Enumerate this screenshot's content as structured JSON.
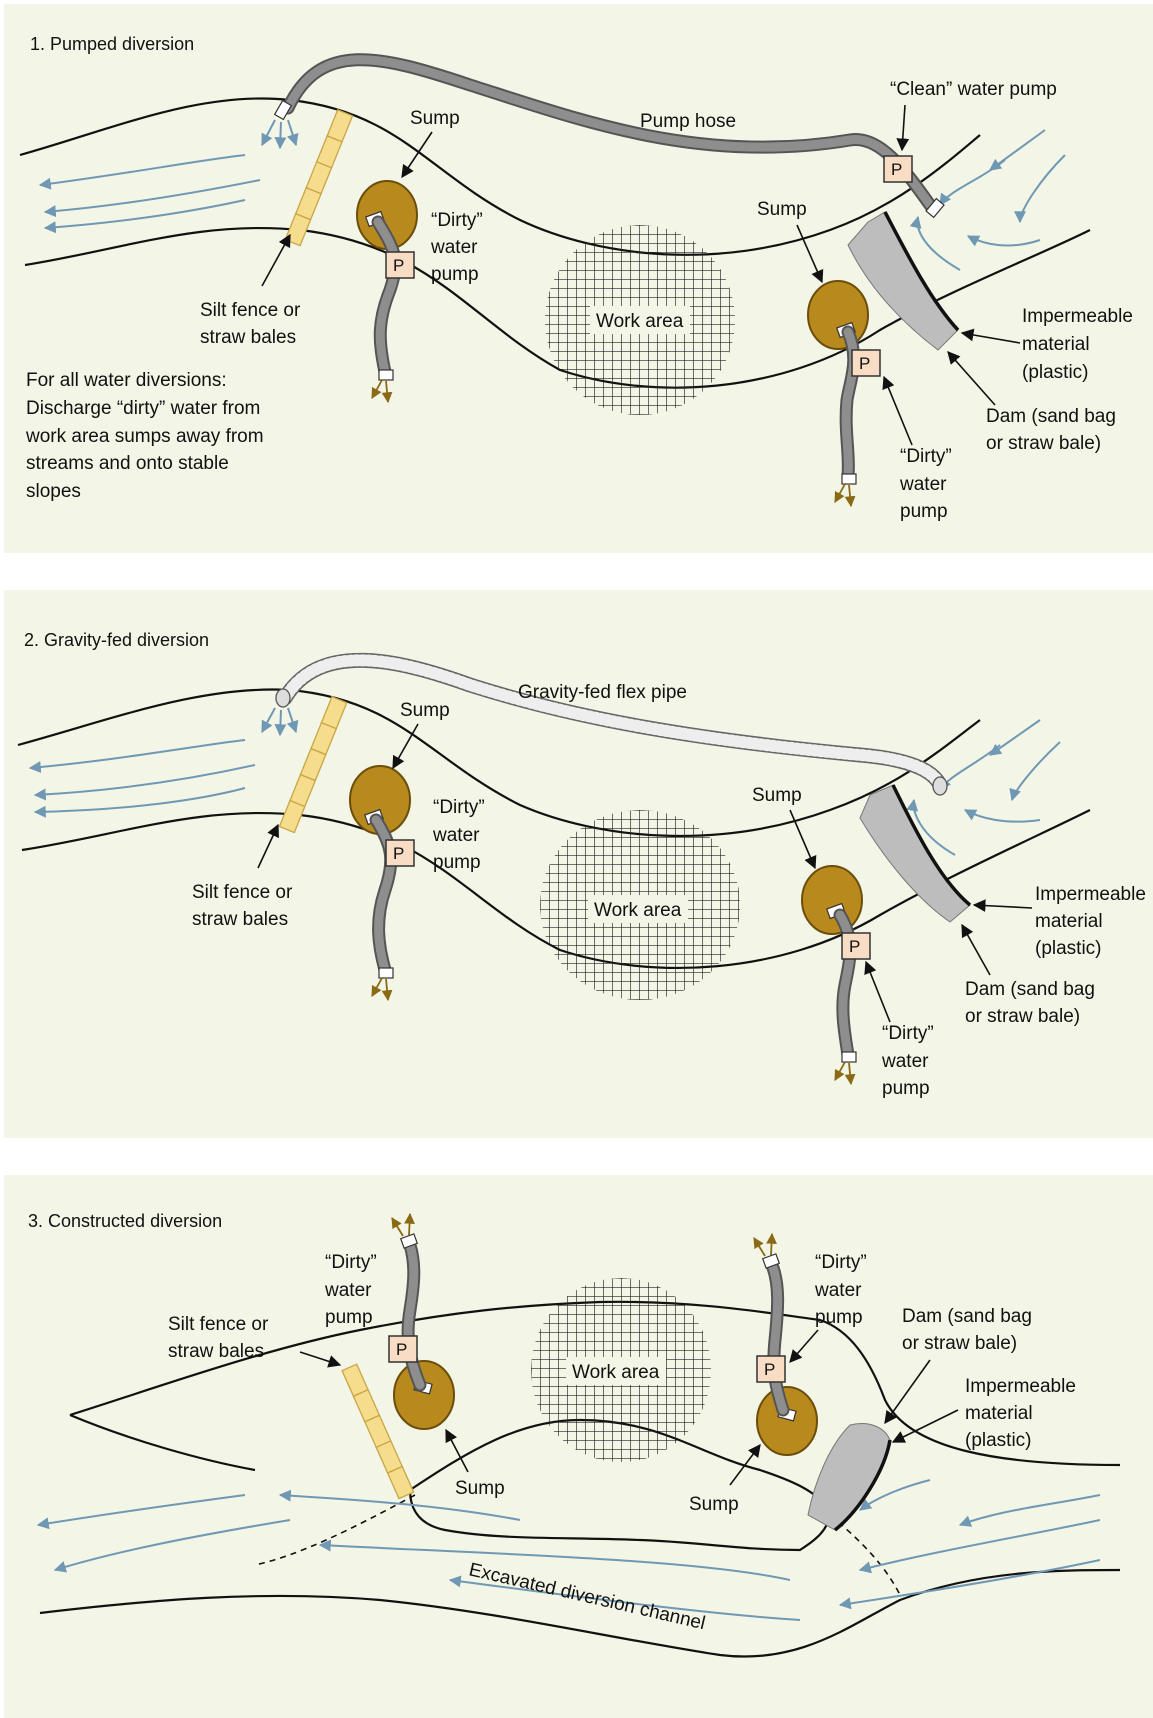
{
  "panels": [
    {
      "title": "1. Pumped diversion",
      "labels": {
        "sump_left": "Sump",
        "pump_hose": "Pump hose",
        "clean_pump": "“Clean” water pump",
        "sump_right": "Sump",
        "dirty_left": [
          "“Dirty”",
          "water",
          "pump"
        ],
        "silt": [
          "Silt fence or",
          "straw bales"
        ],
        "work_area": "Work area",
        "impermeable": [
          "Impermeable",
          "material",
          "(plastic)"
        ],
        "dam": [
          "Dam (sand bag",
          "or straw bale)"
        ],
        "dirty_right": [
          "“Dirty”",
          "water",
          "pump"
        ],
        "note": [
          "For all water diversions:",
          "Discharge “dirty” water from",
          "work area sumps away from",
          "streams and onto stable",
          "slopes"
        ]
      }
    },
    {
      "title": "2. Gravity-fed diversion",
      "labels": {
        "flex_pipe": "Gravity-fed flex pipe",
        "sump_left": "Sump",
        "sump_right": "Sump",
        "dirty_left": [
          "“Dirty”",
          "water",
          "pump"
        ],
        "silt": [
          "Silt fence or",
          "straw bales"
        ],
        "work_area": "Work area",
        "impermeable": [
          "Impermeable",
          "material",
          "(plastic)"
        ],
        "dam": [
          "Dam (sand bag",
          "or straw bale)"
        ],
        "dirty_right": [
          "“Dirty”",
          "water",
          "pump"
        ]
      }
    },
    {
      "title": "3. Constructed diversion",
      "labels": {
        "dirty_left": [
          "“Dirty”",
          "water",
          "pump"
        ],
        "silt": [
          "Silt fence or",
          "straw bales"
        ],
        "work_area": "Work area",
        "dirty_right": [
          "“Dirty”",
          "water",
          "pump"
        ],
        "dam": [
          "Dam (sand bag",
          "or straw bale)"
        ],
        "impermeable": [
          "Impermeable",
          "material",
          "(plastic)"
        ],
        "sump_left": "Sump",
        "sump_right": "Sump",
        "channel": "Excavated diversion channel"
      }
    }
  ],
  "pump_letter": "P",
  "colors": {
    "panel_bg": "#f3f5e6",
    "water": "#6f98b4",
    "sump": "#b8891c",
    "bale": "#f6dd8e",
    "pump_box": "#f8dcc4",
    "dam": "#bdbdbd"
  }
}
